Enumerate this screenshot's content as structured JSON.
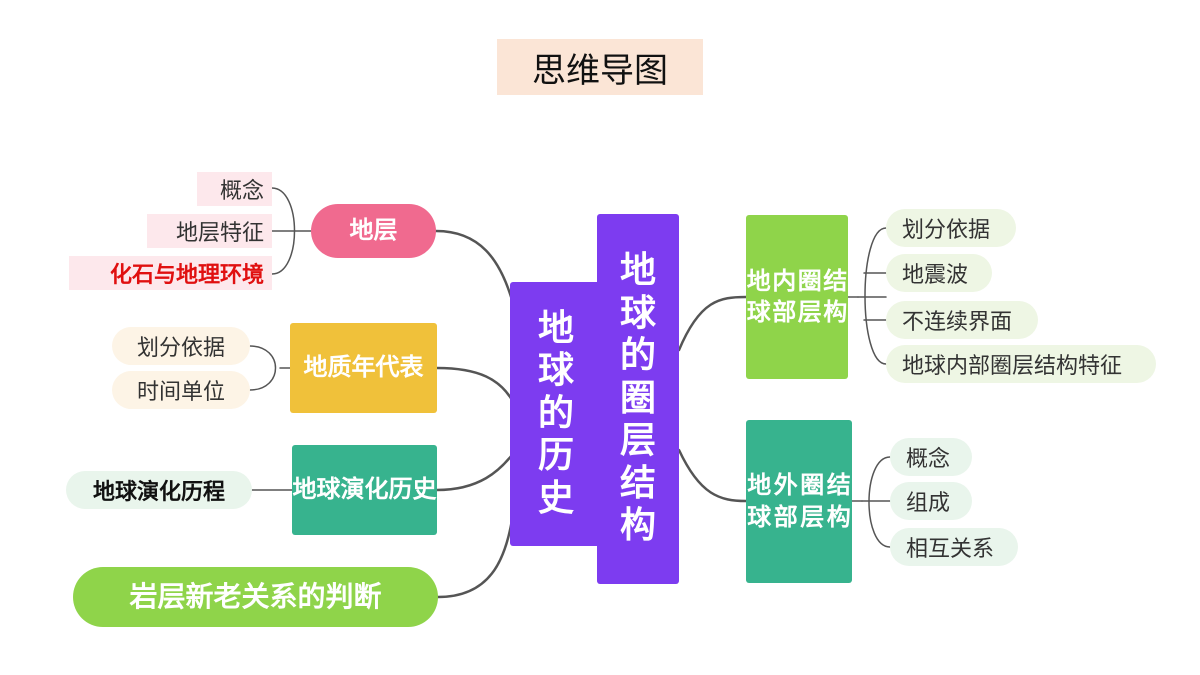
{
  "title": "思维导图",
  "center_left": [
    "地",
    "球",
    "的",
    "历",
    "史"
  ],
  "center_right": [
    "地",
    "球",
    "的",
    "圈",
    "层",
    "结",
    "构"
  ],
  "left_branches": {
    "dic": {
      "label": "地层",
      "leaves": [
        "概念",
        "地层特征",
        "化石与地理环境"
      ]
    },
    "dizhi": {
      "lines": [
        "地质年",
        "代表"
      ],
      "leaves": [
        "划分依据",
        "时间单位"
      ]
    },
    "yanhua": {
      "lines": [
        "地球演",
        "化历史"
      ],
      "leaves": [
        "地球演化历程"
      ]
    },
    "yanceng": {
      "label": "岩层新老关系的判断"
    }
  },
  "right_branches": {
    "neibu": {
      "lines": [
        "地球",
        "内部",
        "圈层",
        "结构"
      ],
      "leaves": [
        "划分依据",
        "地震波",
        "不连续界面",
        "地球内部圈层结构特征"
      ]
    },
    "waibu": {
      "lines": [
        "地球",
        "外部",
        "圈层",
        "结构"
      ],
      "leaves": [
        "概念",
        "组成",
        "相互关系"
      ]
    }
  },
  "colors": {
    "purple": "#7d3cf0",
    "pink": "#f06a8f",
    "yellow": "#f0c13a",
    "teal": "#37b38e",
    "green": "#8fd44a",
    "highlight_red": "#e01010"
  }
}
